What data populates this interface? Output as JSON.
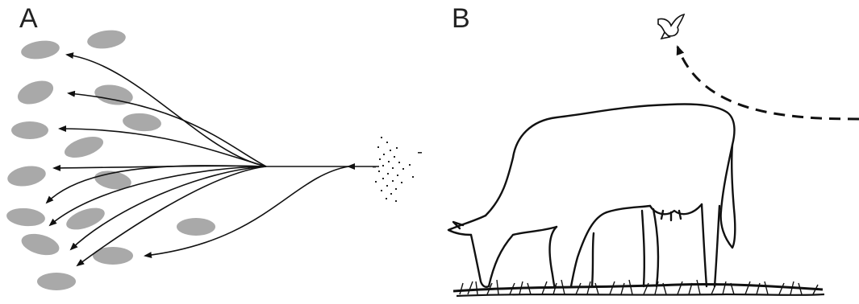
{
  "figure": {
    "panels": [
      {
        "label": "A",
        "content": "particle-dispersion-diagram"
      },
      {
        "label": "B",
        "content": "grazing-cow-line-drawing"
      }
    ],
    "colors": {
      "background": "#ffffff",
      "line": "#111111",
      "ellipse_fill": "#a9a9a9",
      "particle": "#222222"
    }
  }
}
